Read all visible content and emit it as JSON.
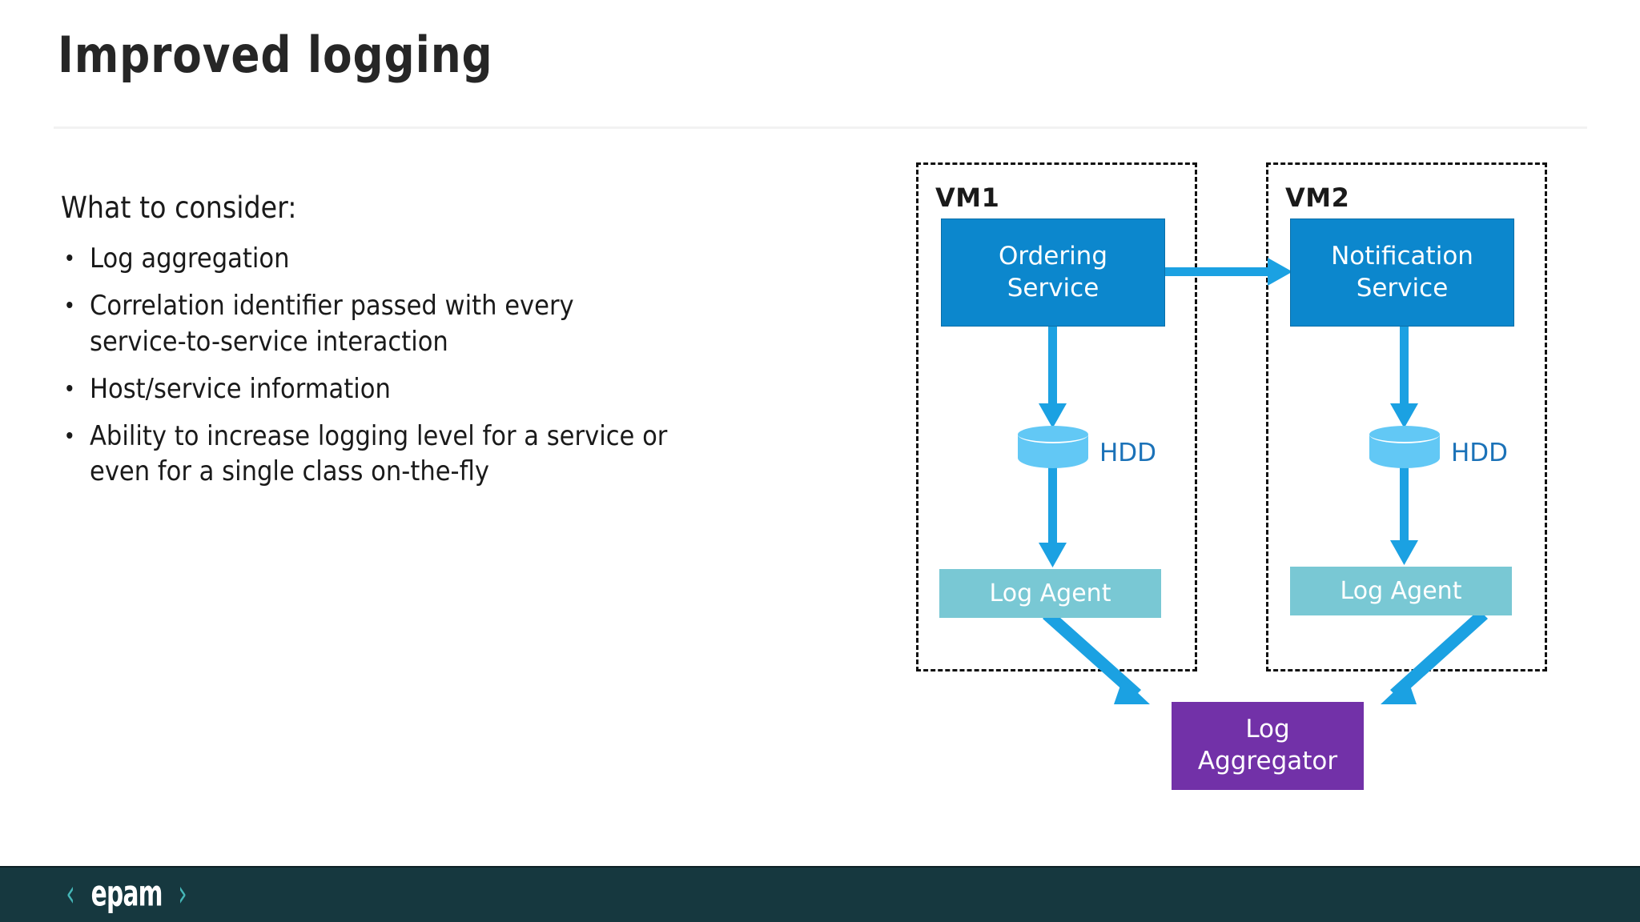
{
  "slide": {
    "title": "Improved logging",
    "lead": "What to consider:",
    "bullets": [
      {
        "lines": [
          "Log aggregation"
        ]
      },
      {
        "lines": [
          "Correlation identifier passed with every",
          "service-to-service  interaction"
        ]
      },
      {
        "lines": [
          "Host/service information"
        ]
      },
      {
        "lines": [
          "Ability to increase logging level for a service or",
          "even for a single class on-the-fly"
        ]
      }
    ]
  },
  "diagram": {
    "vm1": {
      "label": "VM1",
      "service_line1": "Ordering",
      "service_line2": "Service",
      "hdd_label": "HDD",
      "agent_label": "Log Agent"
    },
    "vm2": {
      "label": "VM2",
      "service_line1": "Notification",
      "service_line2": "Service",
      "hdd_label": "HDD",
      "agent_label": "Log Agent"
    },
    "aggregator": {
      "line1": "Log",
      "line2": "Aggregator"
    },
    "colors": {
      "service_box": "#0c87cd",
      "agent_box": "#79c8d4",
      "aggregator_box": "#7231a8",
      "hdd_cylinder": "#62c8f5",
      "hdd_text": "#1b72b8",
      "arrow": "#1ba1e2",
      "vm_border": "#111111"
    }
  },
  "footer": {
    "logo_left_bracket": "‹",
    "logo_text": "epam",
    "logo_right_bracket": "›",
    "background": "#16383f",
    "bracket_color": "#45b7b8"
  }
}
